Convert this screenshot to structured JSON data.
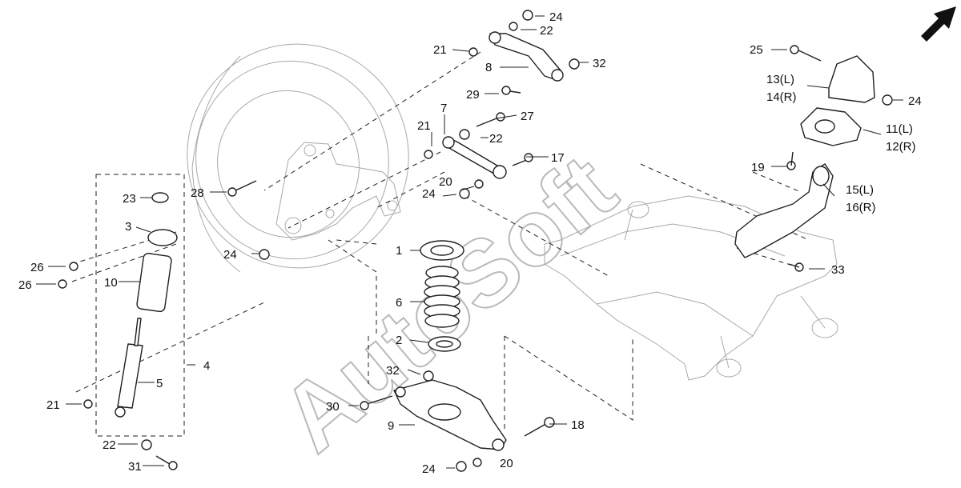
{
  "diagram": {
    "watermark": "AutoSoft",
    "direction_arrow_icon": "front-direction-arrow-icon",
    "callouts": {
      "c1": "1",
      "c2": "2",
      "c3": "3",
      "c4": "4",
      "c5": "5",
      "c6": "6",
      "c7": "7",
      "c8": "8",
      "c9": "9",
      "c10": "10",
      "c11": "11(L)",
      "c12": "12(R)",
      "c13": "13(L)",
      "c14": "14(R)",
      "c15": "15(L)",
      "c16": "16(R)",
      "c17": "17",
      "c18": "18",
      "c19": "19",
      "c20a": "20",
      "c20b": "20",
      "c21a": "21",
      "c21b": "21",
      "c21c": "21",
      "c22a": "22",
      "c22b": "22",
      "c22c": "22",
      "c23": "23",
      "c24a": "24",
      "c24b": "24",
      "c24c": "24",
      "c24d": "24",
      "c24e": "24",
      "c25": "25",
      "c26a": "26",
      "c26b": "26",
      "c27": "27",
      "c28": "28",
      "c29": "29",
      "c30": "30",
      "c31": "31",
      "c32a": "32",
      "c32b": "32",
      "c33": "33"
    }
  }
}
